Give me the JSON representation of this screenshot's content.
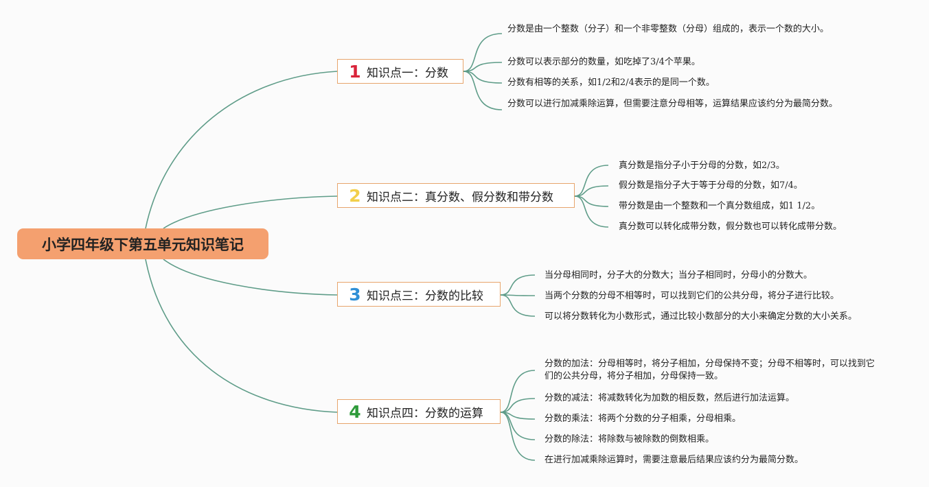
{
  "title": "小学四年级下第五单元知识笔记",
  "colors": {
    "line": "#5e9c88",
    "root_bg": "#f4a06f",
    "topic_border": "#e7a46b"
  },
  "topics": [
    {
      "number": "1",
      "number_color": "#d9243a",
      "label": "知识点一：分数",
      "points": [
        "分数是由一个整数（分子）和一个非零整数（分母）组成的，表示一个数的大小。",
        "分数可以表示部分的数量，如吃掉了3/4个苹果。",
        "分数有相等的关系，如1/2和2/4表示的是同一个数。",
        "分数可以进行加减乘除运算，但需要注意分母相等，运算结果应该约分为最简分数。"
      ]
    },
    {
      "number": "2",
      "number_color": "#f2cf4a",
      "label": "知识点二：真分数、假分数和带分数",
      "points": [
        "真分数是指分子小于分母的分数，如2/3。",
        "假分数是指分子大于等于分母的分数，如7/4。",
        "带分数是由一个整数和一个真分数组成，如1 1/2。",
        "真分数可以转化成带分数，假分数也可以转化成带分数。"
      ]
    },
    {
      "number": "3",
      "number_color": "#2f8fd6",
      "label": "知识点三：分数的比较",
      "points": [
        "当分母相同时，分子大的分数大；当分子相同时，分母小的分数大。",
        "当两个分数的分母不相等时，可以找到它们的公共分母，将分子进行比较。",
        "可以将分数转化为小数形式，通过比较小数部分的大小来确定分数的大小关系。"
      ]
    },
    {
      "number": "4",
      "number_color": "#2f9b3b",
      "label": "知识点四：分数的运算",
      "points": [
        "分数的加法：分母相等时，将分子相加，分母保持不变；分母不相等时，可以找到它们的公共分母，将分子相加，分母保持一致。",
        "分数的减法：将减数转化为加数的相反数，然后进行加法运算。",
        "分数的乘法：将两个分数的分子相乘，分母相乘。",
        "分数的除法：将除数与被除数的倒数相乘。",
        "在进行加减乘除运算时，需要注意最后结果应该约分为最简分数。"
      ]
    }
  ]
}
